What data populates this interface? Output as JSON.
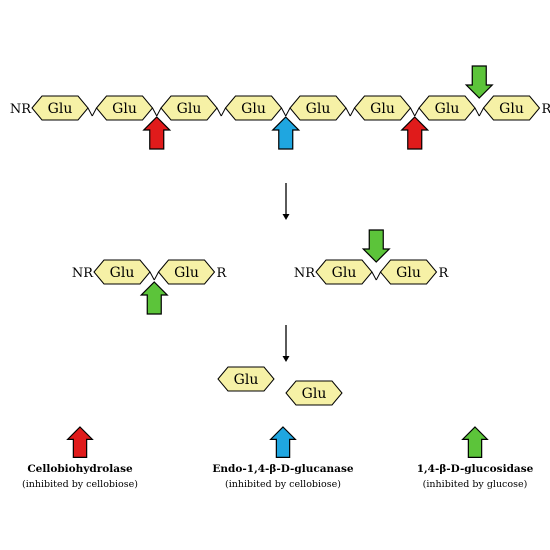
{
  "colors": {
    "glucose_fill": "#f6f1a6",
    "cellobiohydrolase": "#e01b1b",
    "endoglucanase": "#1fa6e0",
    "glucosidase": "#5cc43a",
    "outline": "#000000"
  },
  "labels": {
    "unit": "Glu",
    "non_reducing_end": "NR",
    "reducing_end": "R"
  },
  "stages": {
    "cellulose_chain": {
      "units": 8,
      "cuts": [
        "cellobiohydrolase",
        "endoglucanase",
        "cellobiohydrolase",
        "glucosidase"
      ]
    },
    "cellobiose_left": {
      "units": 2,
      "cuts": [
        "glucosidase"
      ]
    },
    "cellobiose_right": {
      "units": 2,
      "cuts": [
        "glucosidase"
      ]
    },
    "glucose_products": {
      "units": 2
    }
  },
  "legend": [
    {
      "enzyme": "Cellobiohydrolase",
      "note": "(inhibited by cellobiose)",
      "color": "#e01b1b",
      "arrow": "up"
    },
    {
      "enzyme": "Endo-1,4-β-D-glucanase",
      "note": "(inhibited by cellobiose)",
      "color": "#1fa6e0",
      "arrow": "up"
    },
    {
      "enzyme": "1,4-β-D-glucosidase",
      "note": "(inhibited by glucose)",
      "color": "#5cc43a",
      "arrow": "up"
    }
  ]
}
